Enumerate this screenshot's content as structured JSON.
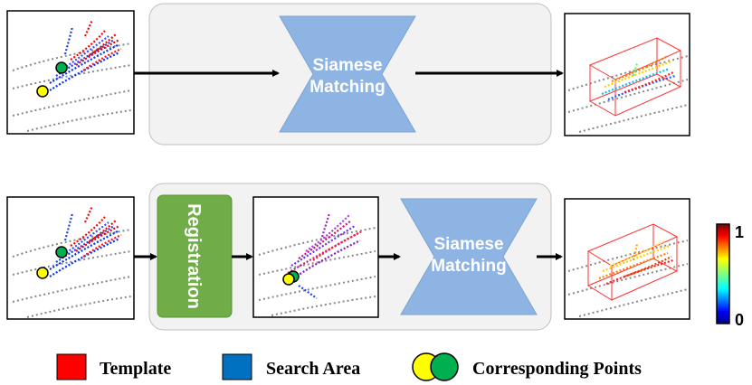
{
  "pipelines": [
    {
      "id": "top",
      "stages": [
        {
          "type": "input-scan",
          "markers": [
            "yellow",
            "green"
          ]
        },
        {
          "type": "network",
          "label_line1": "Siamese",
          "label_line2": "Matching"
        },
        {
          "type": "output-scan",
          "box_color": "red"
        }
      ]
    },
    {
      "id": "bottom",
      "stages": [
        {
          "type": "input-scan",
          "markers": [
            "yellow",
            "green"
          ]
        },
        {
          "type": "module",
          "label": "Registration"
        },
        {
          "type": "registered-scan",
          "markers": [
            "yellow",
            "green"
          ]
        },
        {
          "type": "network",
          "label_line1": "Siamese",
          "label_line2": "Matching"
        },
        {
          "type": "output-scan",
          "box_color": "red"
        }
      ]
    }
  ],
  "colorbar": {
    "max_label": "1",
    "min_label": "0",
    "colormap": "jet"
  },
  "legend": [
    {
      "label": "Template",
      "color": "#ff0000"
    },
    {
      "label": "Search Area",
      "color": "#0070c0"
    },
    {
      "label": "Corresponding Points",
      "colors": [
        "#ffff00",
        "#00b050"
      ]
    }
  ],
  "colors": {
    "network_fill": "#8eb4e3",
    "registration_fill": "#70ad47",
    "panel_fill": "#f2f2f2",
    "panel_border": "#bfbfbf",
    "template": "#ff0000",
    "search_area": "#0070c0",
    "marker_yellow": "#ffff00",
    "marker_green": "#00b050"
  }
}
